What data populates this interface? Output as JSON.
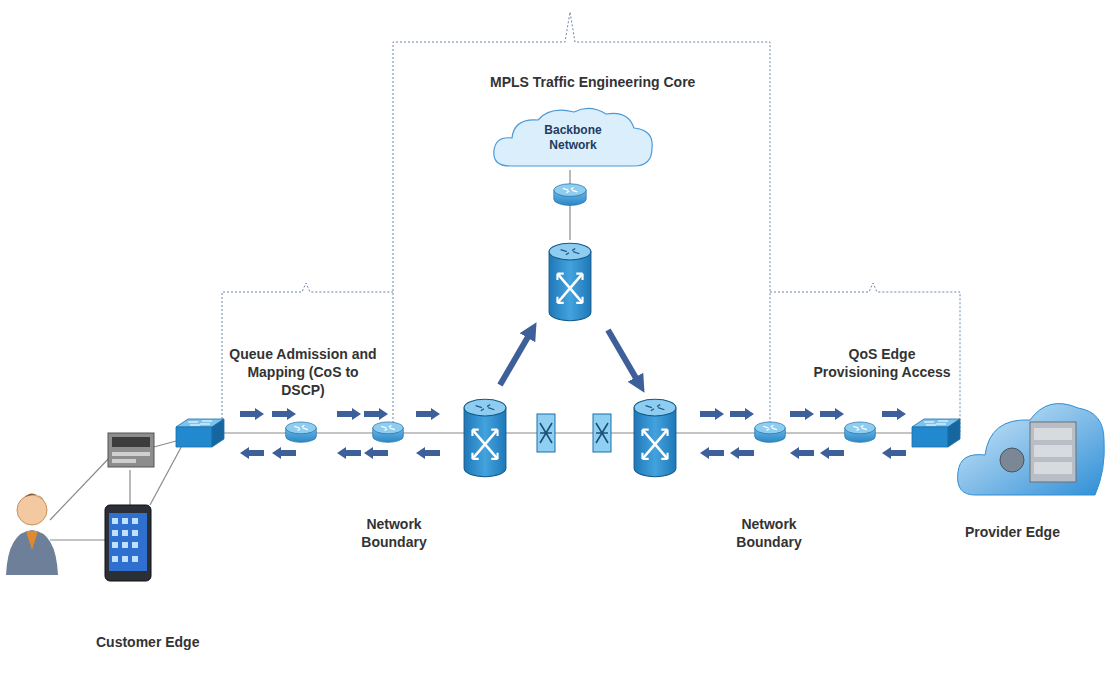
{
  "diagram": {
    "nodes": [
      {
        "text": [
          "Backbone Network"
        ]
      }
    ],
    "labels": [
      "MPLS Traffic Engineering Core",
      "Queue Admission and Mapping (CoS to DSCP)",
      "QoS Edge Provisioning Access",
      "Network Boundary",
      "Network Boundary",
      "Provider Edge",
      "Customer Edge"
    ]
  }
}
